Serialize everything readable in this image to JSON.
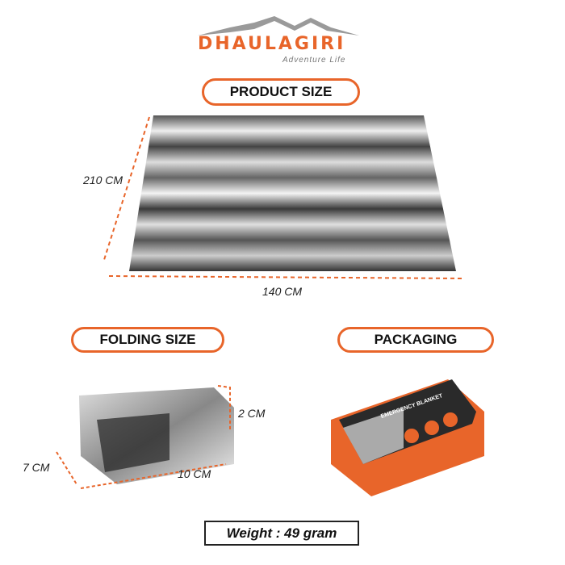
{
  "brand": {
    "name": "DHAULAGIRI",
    "tagline": "Adventure Life",
    "accent": "#e8652a"
  },
  "sections": {
    "product_size": {
      "label": "PRODUCT SIZE",
      "height": "210 CM",
      "width": "140 CM"
    },
    "folding_size": {
      "label": "FOLDING SIZE",
      "thickness": "2 CM",
      "depth": "7 CM",
      "width": "10 CM"
    },
    "packaging": {
      "label": "PACKAGING",
      "box_title": "EMERGENCY BLANKET"
    }
  },
  "weight": "Weight : 49 gram"
}
